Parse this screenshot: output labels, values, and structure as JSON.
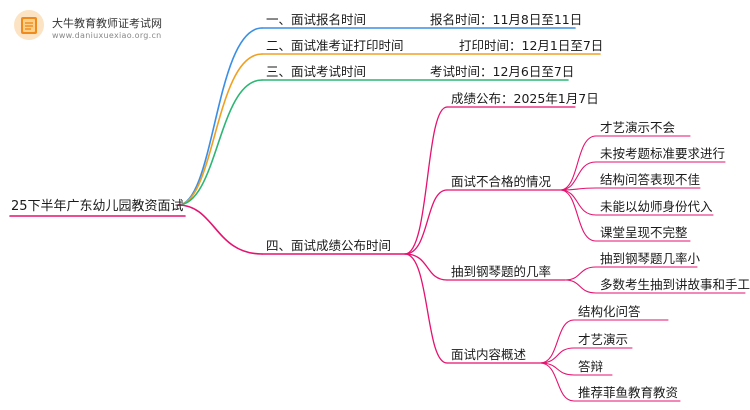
{
  "brand": {
    "name": "大牛教育教师证考试网",
    "url": "www.daniuxuexiao.org.cn",
    "icon": "book-icon"
  },
  "colors": {
    "blue": "#3a8ee6",
    "orange": "#f0a020",
    "green": "#2bb673",
    "pink": "#e5126f"
  },
  "root": "25下半年广东幼儿园教资面试",
  "branches": [
    {
      "label": "一、面试报名时间",
      "child": "报名时间：11月8日至11日"
    },
    {
      "label": "二、面试准考证打印时间",
      "child": "打印时间：12月1日至7日"
    },
    {
      "label": "三、面试考试时间",
      "child": "考试时间：12月6日至7日"
    },
    {
      "label": "四、面试成绩公布时间",
      "publish": "成绩公布：2025年1月7日",
      "groups": [
        {
          "label": "面试不合格的情况",
          "items": [
            "才艺演示不会",
            "未按考题标准要求进行",
            "结构问答表现不佳",
            "未能以幼师身份代入",
            "课堂呈现不完整"
          ]
        },
        {
          "label": "抽到钢琴题的几率",
          "items": [
            "抽到钢琴题几率小",
            "多数考生抽到讲故事和手工"
          ]
        },
        {
          "label": "面试内容概述",
          "items": [
            "结构化问答",
            "才艺演示",
            "答辩",
            "推荐菲鱼教育教资"
          ]
        }
      ]
    }
  ]
}
